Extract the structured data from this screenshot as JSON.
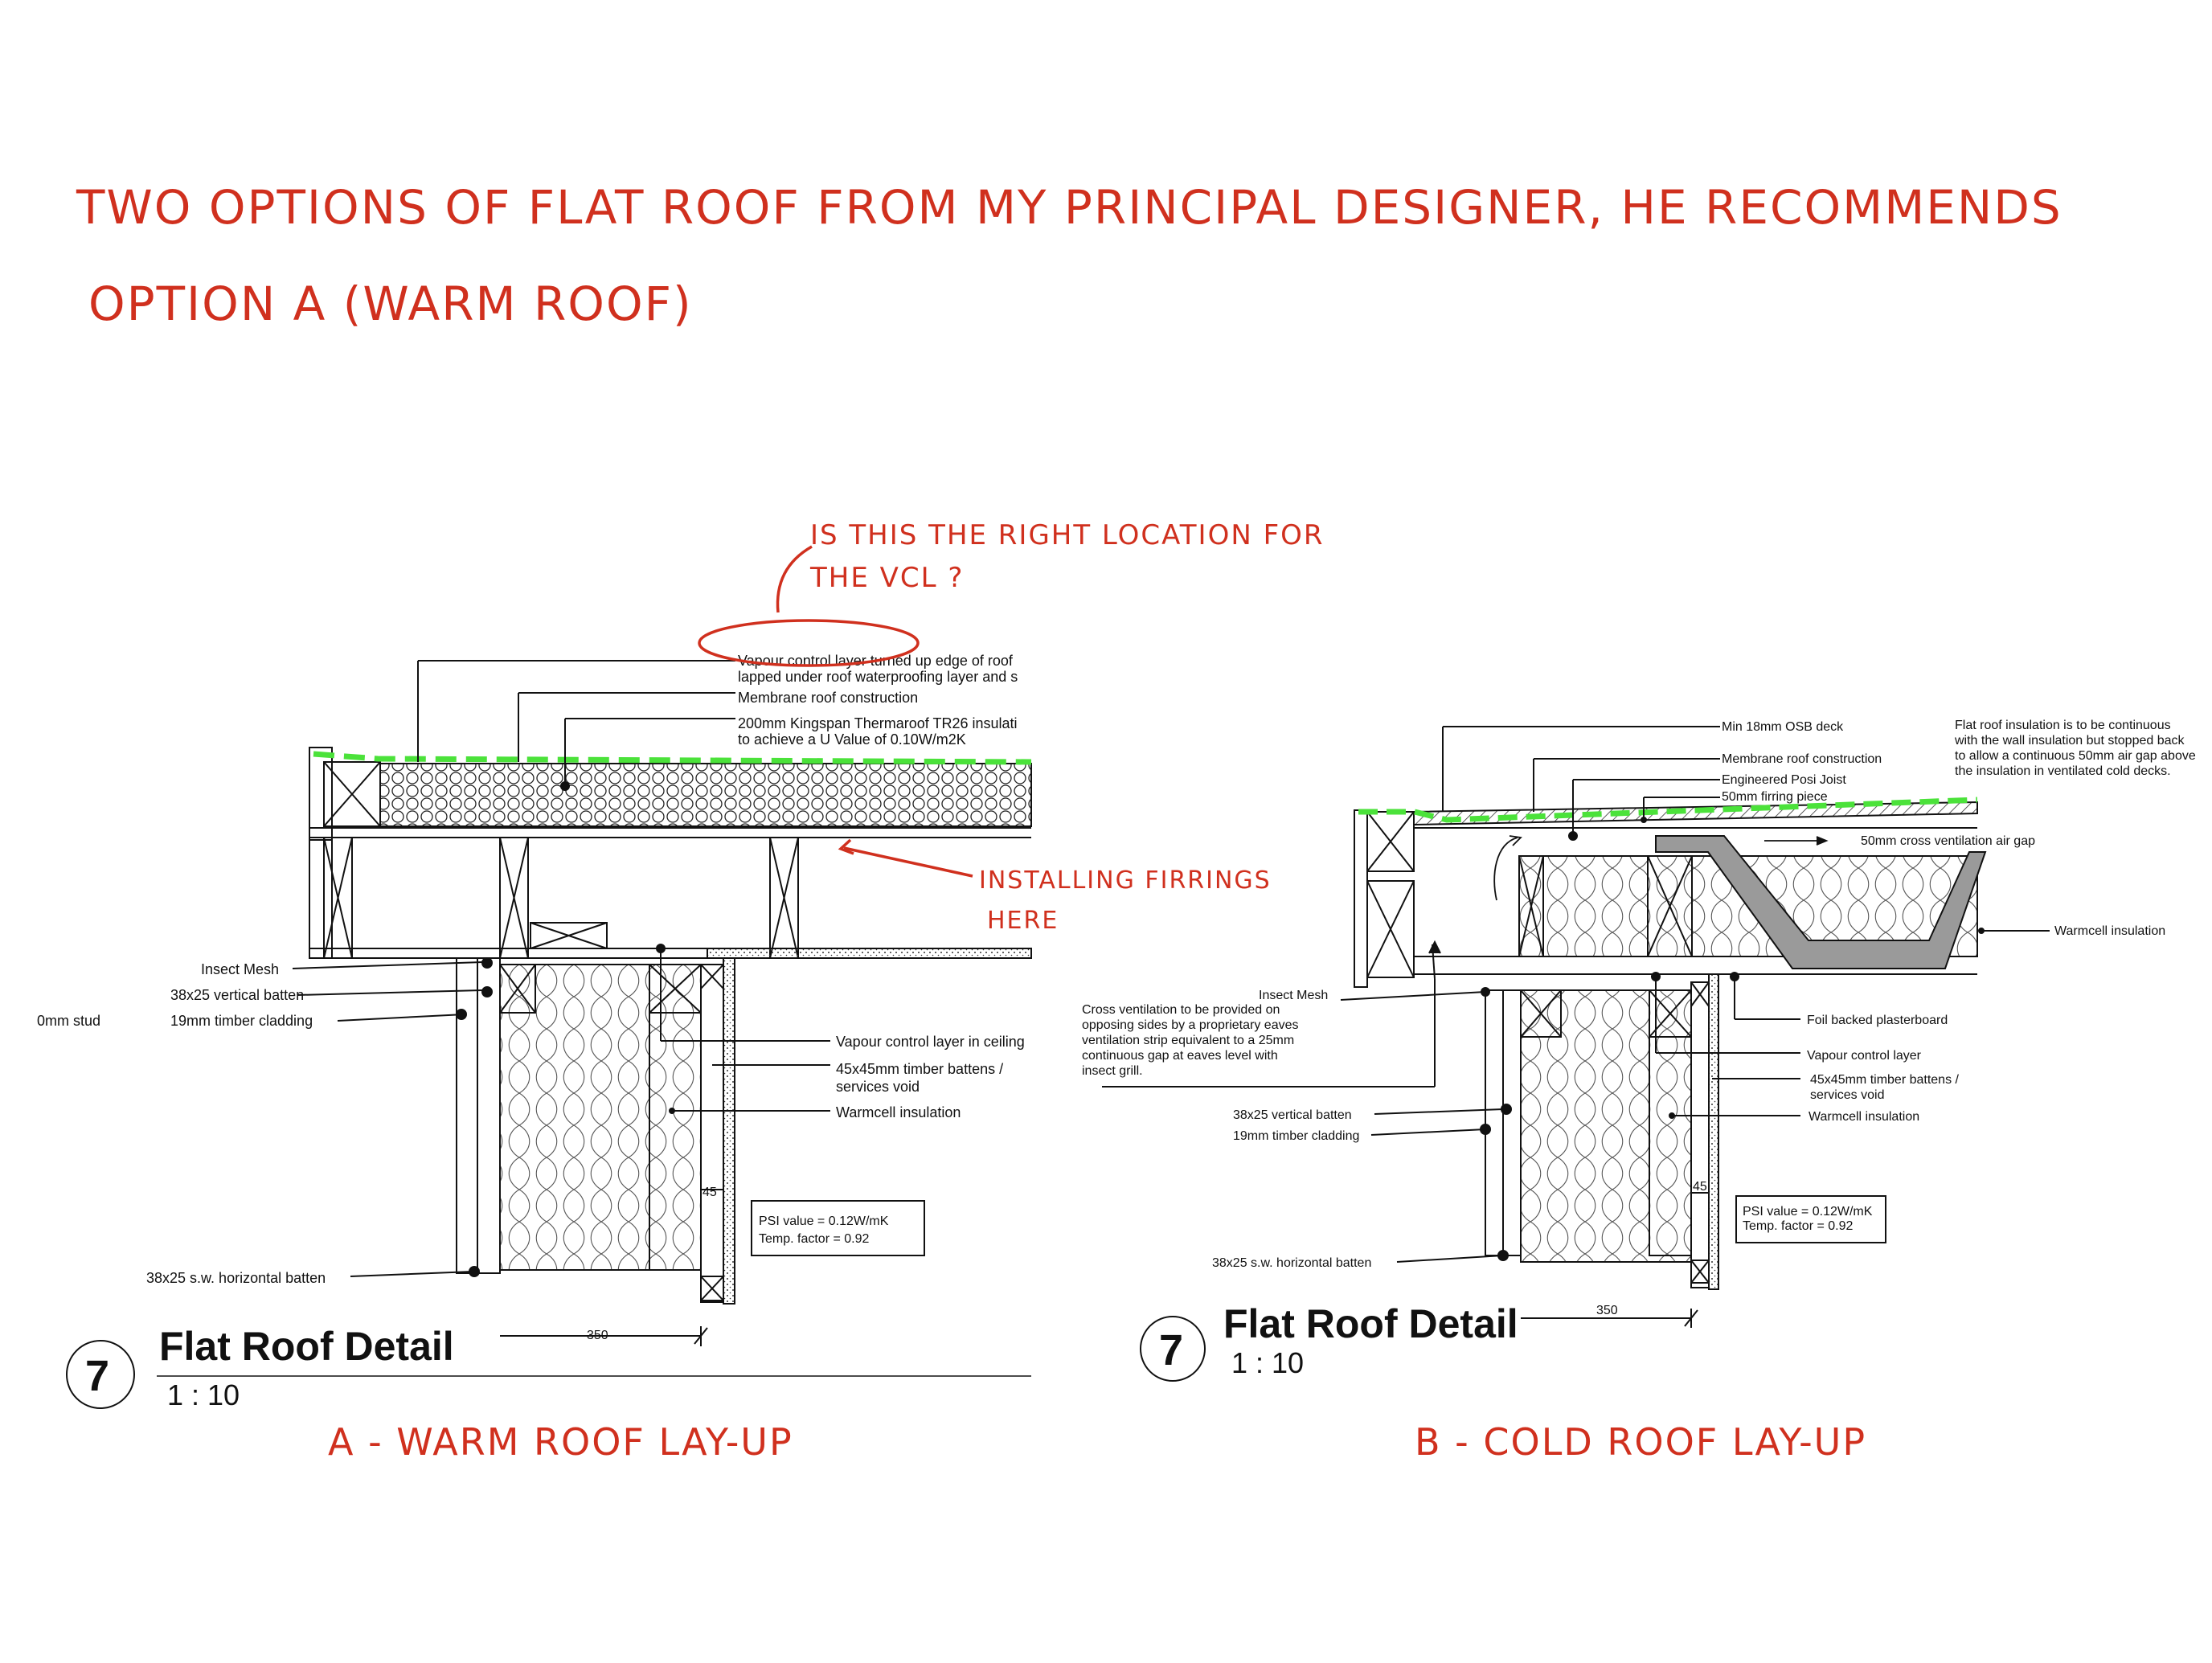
{
  "annotations": {
    "header_line1": "TWO OPTIONS OF FLAT ROOF FROM MY PRINCIPAL DESIGNER, HE RECOMMENDS",
    "header_line2": "OPTION A (WARM ROOF)",
    "vcl_question_line1": "IS THIS THE RIGHT LOCATION FOR",
    "vcl_question_line2": "THE VCL ?",
    "firrings_line1": "INSTALLING FIRRINGS",
    "firrings_line2": "HERE",
    "caption_a": "A -   WARM ROOF LAY-UP",
    "caption_b": "B - COLD ROOF LAY-UP"
  },
  "detail_a": {
    "labels": {
      "vcl_edge_1": "Vapour control layer turned up edge of roof",
      "vcl_edge_2": "lapped under roof waterproofing layer and s",
      "membrane": "Membrane roof construction",
      "insul_1": "200mm Kingspan Thermaroof TR26 insulati",
      "insul_2": "to achieve a U Value of 0.10W/m2K",
      "insect_mesh": "Insect Mesh",
      "vert_batten": "38x25 vertical batten",
      "cladding": "19mm timber cladding",
      "stud": "0mm stud",
      "vcl_ceiling": "Vapour control layer in ceiling",
      "battens_1": "45x45mm timber battens /",
      "battens_2": "services void",
      "warmcell": "Warmcell insulation",
      "horiz_batten": "38x25 s.w. horizontal batten",
      "psi_1": "PSI value = 0.12W/mK",
      "psi_2": "Temp. factor = 0.92",
      "dim_45": "45",
      "dim_350": "350"
    },
    "title": "Flat Roof Detail",
    "scale": "1 : 10",
    "number": "7"
  },
  "detail_b": {
    "labels": {
      "osb": "Min 18mm OSB deck",
      "membrane": "Membrane roof construction",
      "joist": "Engineered Posi Joist",
      "firring": "50mm firring piece",
      "note_1": "Flat roof insulation is to be continuous",
      "note_2": "with the wall insulation but stopped back",
      "note_3": "to allow a continuous 50mm air gap above",
      "note_4": "the insulation in ventilated cold decks.",
      "air_gap": "50mm  cross ventilation air gap",
      "warmcell_roof": "Warmcell insulation",
      "insect_mesh": "Insect Mesh",
      "cross_1": "Cross ventilation to be provided on",
      "cross_2": "opposing sides by a proprietary eaves",
      "cross_3": "ventilation strip equivalent to a 25mm",
      "cross_4": "continuous gap at eaves level with",
      "cross_5": "insect grill.",
      "foil": "Foil backed plasterboard",
      "vcl": "Vapour control layer",
      "battens_1": "45x45mm timber battens /",
      "battens_2": "services void",
      "warmcell_wall": "Warmcell insulation",
      "vert_batten": "38x25 vertical batten",
      "cladding": "19mm timber cladding",
      "horiz_batten": "38x25 s.w. horizontal batten",
      "psi_1": "PSI value = 0.12W/mK",
      "psi_2": "Temp. factor = 0.92",
      "dim_45": "45",
      "dim_350": "350"
    },
    "title": "Flat Roof Detail",
    "scale": "1 : 10",
    "number": "7"
  },
  "colors": {
    "ink": "#111111",
    "markup_red": "#d0301e",
    "membrane_green": "#4be23a"
  }
}
